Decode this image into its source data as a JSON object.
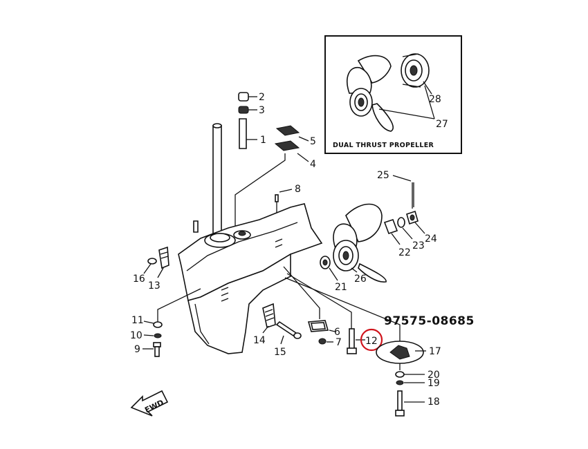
{
  "part_number": "97575-08685",
  "highlighted_callout": "12",
  "highlight_color": "#d0141c",
  "inset": {
    "caption": "DUAL THRUST PROPELLER",
    "callouts": [
      "28",
      "27"
    ]
  },
  "fwd_label": "FWD",
  "callouts": {
    "c1": "1",
    "c2": "2",
    "c3": "3",
    "c4": "4",
    "c5": "5",
    "c6": "6",
    "c7": "7",
    "c8": "8",
    "c9": "9",
    "c10": "10",
    "c11": "11",
    "c12": "12",
    "c13": "13",
    "c14": "14",
    "c15": "15",
    "c16": "16",
    "c17": "17",
    "c18": "18",
    "c19": "19",
    "c20": "20",
    "c21": "21",
    "c22": "22",
    "c23": "23",
    "c24": "24",
    "c25": "25",
    "c26": "26",
    "c27": "27",
    "c28": "28"
  }
}
